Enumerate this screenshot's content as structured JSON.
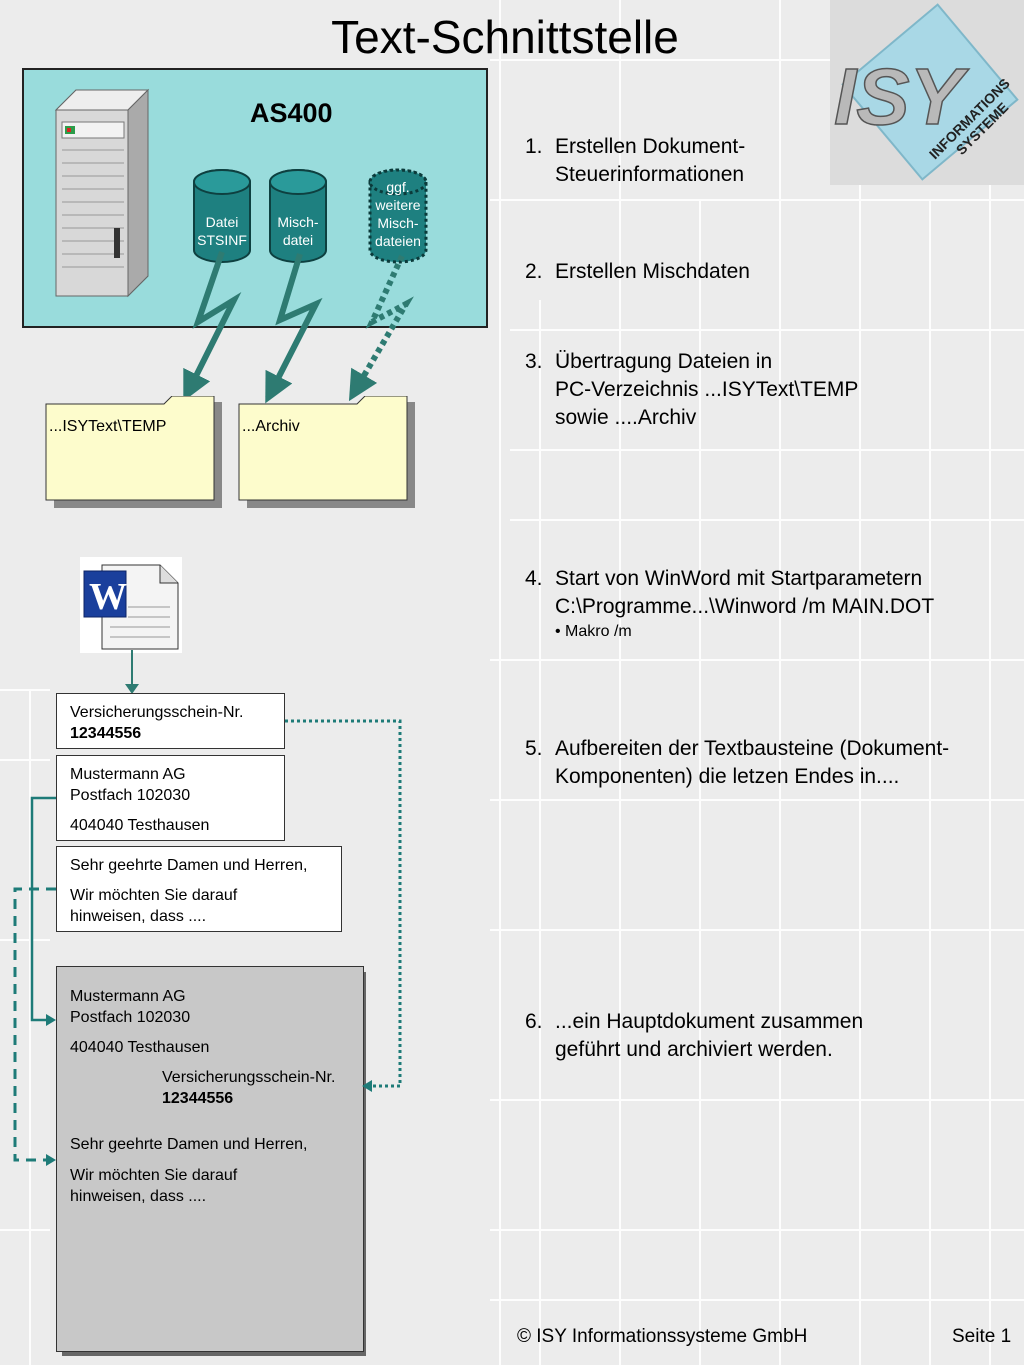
{
  "title": "Text-Schnittstelle",
  "logo": {
    "main": "ISY",
    "sub1": "INFORMATIONS",
    "sub2": "SYSTEME"
  },
  "as400": {
    "label": "AS400",
    "db1": [
      "Datei",
      "STSINF"
    ],
    "db2": [
      "Misch-",
      "datei"
    ],
    "db3": [
      "ggf.",
      "weitere",
      "Misch-",
      "dateien"
    ]
  },
  "folders": {
    "temp": "...ISYText\\TEMP",
    "archiv": "...Archiv"
  },
  "steps": [
    {
      "num": "1.",
      "lines": [
        "Erstellen Dokument-",
        "Steuerinformationen"
      ]
    },
    {
      "num": "2.",
      "lines": [
        "Erstellen Mischdaten"
      ]
    },
    {
      "num": "3.",
      "lines": [
        "Übertragung Dateien in",
        "PC-Verzeichnis ...ISYText\\TEMP",
        "sowie ....Archiv"
      ]
    },
    {
      "num": "4.",
      "lines": [
        "Start von WinWord mit Startparametern",
        "C:\\Programme...\\Winword /m MAIN.DOT"
      ],
      "bullet": "• Makro /m"
    },
    {
      "num": "5.",
      "lines": [
        "Aufbereiten der Textbausteine (Dokument-",
        "Komponenten) die letzen Endes in...."
      ]
    },
    {
      "num": "6.",
      "lines": [
        "...ein Hauptdokument zusammen",
        "geführt und archiviert werden."
      ]
    }
  ],
  "components": {
    "policy": {
      "label": "Versicherungsschein-Nr.",
      "number": "12344556"
    },
    "address": {
      "company": "Mustermann AG",
      "pobox": "Postfach 102030",
      "city": "404040 Testhausen"
    },
    "letter": {
      "greeting": "Sehr geehrte Damen und Herren,",
      "body1": "Wir möchten Sie darauf",
      "body2": "hinweisen, dass ...."
    }
  },
  "footer": {
    "copyright": "© ISY Informationssysteme GmbH",
    "page": "Seite 1"
  },
  "colors": {
    "as400_bg": "#99dcdc",
    "cylinder": "#1e8080",
    "arrow": "#2e7b72",
    "folder": "#fdfccc",
    "main_doc": "#c8c8c8"
  }
}
